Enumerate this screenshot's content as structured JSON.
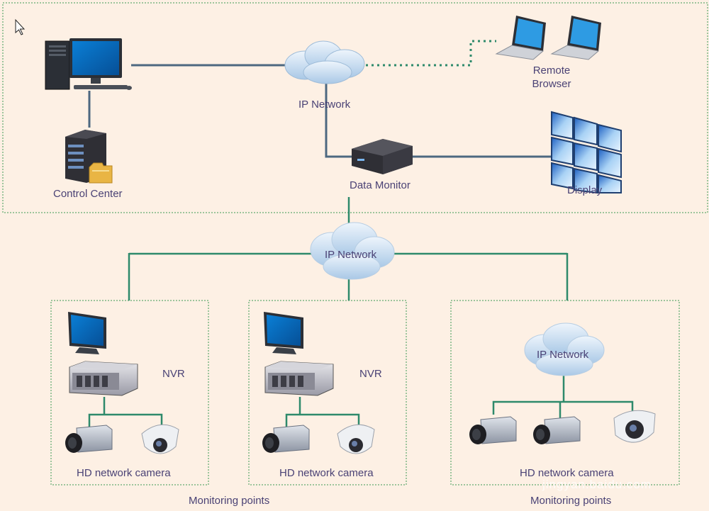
{
  "top_section": {
    "control_center_label": "Control Center",
    "ip_network_label": "IP Network",
    "remote_browser_label": "Remote\nBrowser",
    "data_monitor_label": "Data Monitor",
    "display_label": "Display"
  },
  "middle": {
    "ip_network_label": "IP Network"
  },
  "points": [
    {
      "device_label": "NVR",
      "camera_label": "HD network camera"
    },
    {
      "device_label": "NVR",
      "camera_label": "HD network camera"
    },
    {
      "network_label": "IP Network",
      "camera_label": "HD network camera"
    }
  ],
  "footer": {
    "left_label": "Monitoring points",
    "right_label": "Monitoring points"
  },
  "watermark": "jingyan.baidu.com",
  "colors": {
    "background": "#fdf0e4",
    "top_line": "#4d6880",
    "bottom_line": "#2e8a6b",
    "dashed_border": "#3d9a55",
    "label_text": "#4a4275",
    "cloud": "#cfe2f3"
  }
}
